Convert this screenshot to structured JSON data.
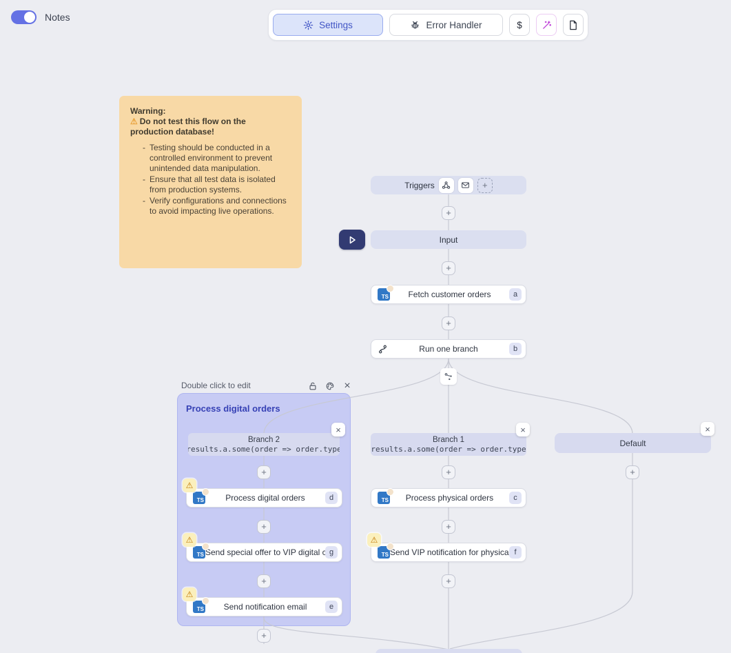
{
  "glyphs": {
    "plus": "+",
    "close": "×",
    "warning": "⚠",
    "dash": "-",
    "ts": "TS"
  },
  "header": {
    "notes_label": "Notes",
    "notes_on": true
  },
  "toolbar": {
    "settings_label": "Settings",
    "error_handler_label": "Error Handler",
    "dollar_label": "$"
  },
  "note": {
    "title": "Warning:",
    "alert": "Do not test this flow on the production database!",
    "bullets": [
      "Testing should be conducted in a controlled environment to prevent unintended data manipulation.",
      "Ensure that all test data is isolated from production systems.",
      "Verify configurations and connections to avoid impacting live operations."
    ]
  },
  "flow": {
    "triggers": {
      "label": "Triggers"
    },
    "input": {
      "label": "Input"
    },
    "group": {
      "title": "Process digital orders",
      "hint": "Double click to edit"
    },
    "steps": {
      "fetch": {
        "title": "Fetch customer orders",
        "badge": "a"
      },
      "run_one_branch": {
        "title": "Run one branch",
        "badge": "b"
      },
      "process_digital": {
        "title": "Process digital orders",
        "badge": "d",
        "warning": true
      },
      "send_special_offer": {
        "title": "Send special offer to VIP digital c...",
        "badge": "g",
        "warning": true
      },
      "send_notification_email": {
        "title": "Send notification email",
        "badge": "e",
        "warning": true
      },
      "process_physical": {
        "title": "Process physical orders",
        "badge": "c",
        "warning": false
      },
      "send_vip_notification": {
        "title": "Send VIP notification for physical...",
        "badge": "f",
        "warning": true
      }
    },
    "branches": {
      "branch2": {
        "label": "Branch 2",
        "expression": "results.a.some(order => order.type"
      },
      "branch1": {
        "label": "Branch 1",
        "expression": "results.a.some(order => order.type"
      },
      "default": {
        "label": "Default"
      }
    }
  },
  "colors": {
    "background": "#ecedf2",
    "accent_indigo": "#4155c5",
    "toggle_on": "#6471e4",
    "warning_note_bg": "#f8d9a6",
    "group_container_bg": "#c7cbf4",
    "node_lavender": "#dbdff0",
    "ts_blue": "#3178c6",
    "play_navy": "#323b72",
    "wand_purple": "#bd3fd8",
    "warn_badge_bg": "#fbf0bd",
    "warn_badge_icon": "#c27803",
    "edge_gray": "#c7c9d3"
  }
}
